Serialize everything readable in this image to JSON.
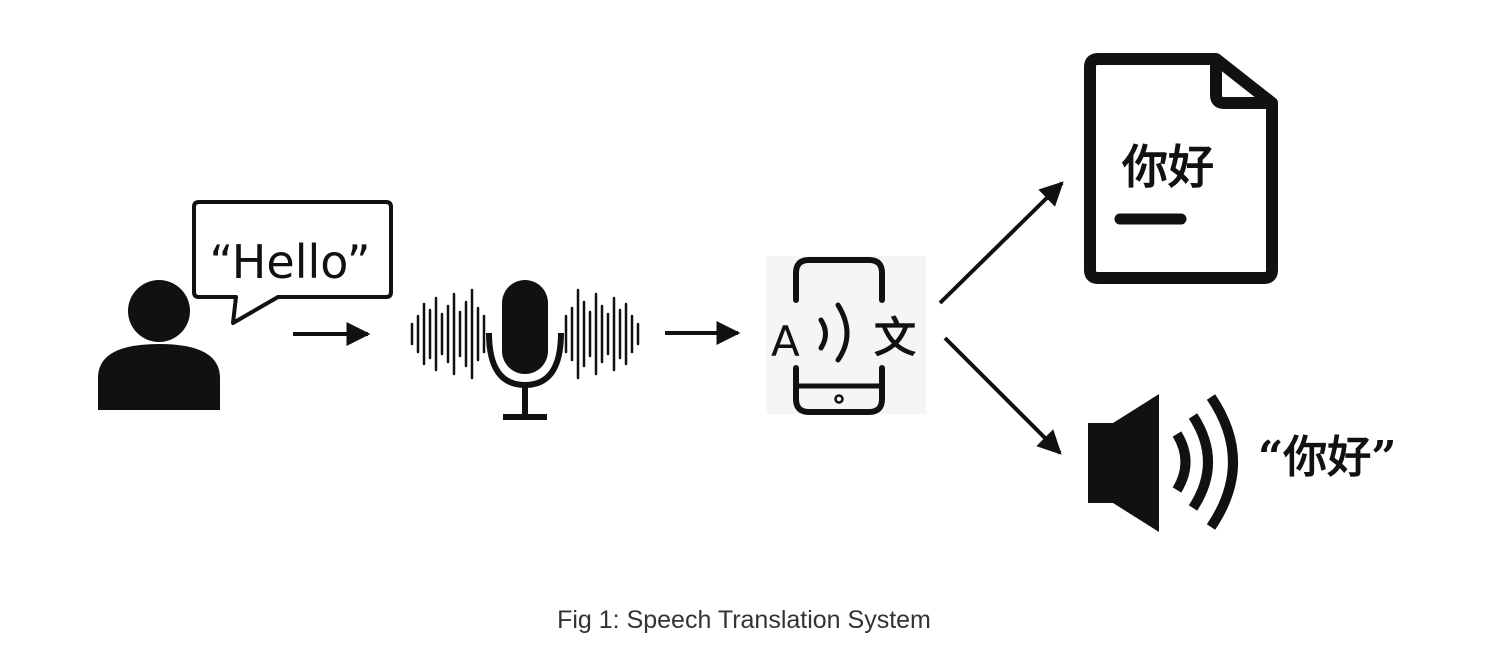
{
  "diagram": {
    "speech_bubble_text": "“Hello”",
    "document_text": "你好",
    "speaker_text": "“你好”",
    "translate_icon_source_glyph": "A",
    "translate_icon_target_glyph": "文",
    "caption": "Fig 1: Speech Translation System"
  },
  "icons": {
    "speaker": "person-icon",
    "microphone": "microphone-icon",
    "translator": "phone-translate-icon",
    "document": "document-icon",
    "audio": "loudspeaker-icon"
  },
  "colors": {
    "ink": "#111111",
    "caption": "#333333",
    "background": "#ffffff"
  }
}
